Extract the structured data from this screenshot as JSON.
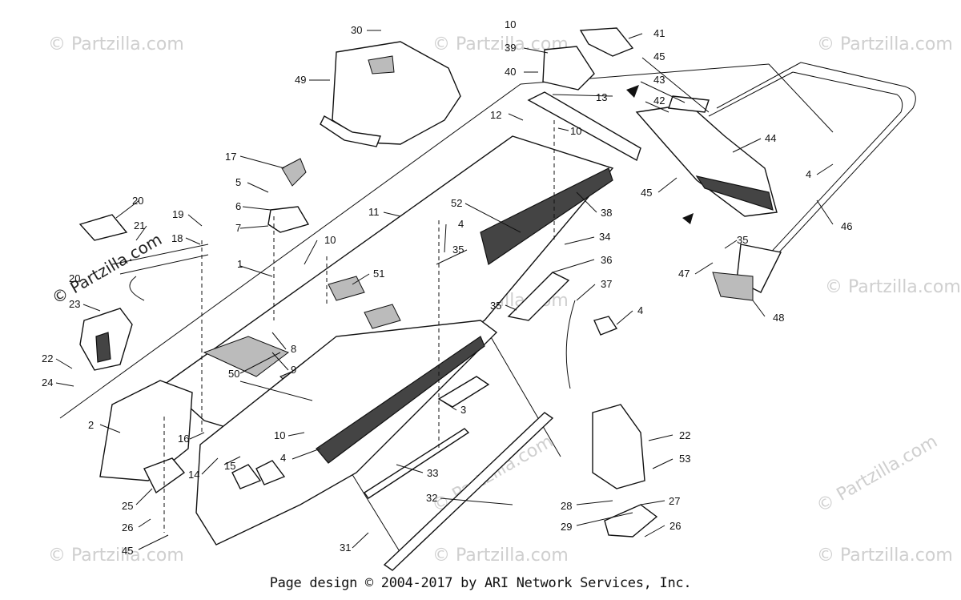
{
  "watermarks": [
    "© Partzilla.com",
    "© Partzilla.com",
    "© Partzilla.com",
    "© Partzilla.com",
    "© Partzilla.com",
    "© Partzilla.com",
    "© Partzilla.com",
    "© Partzilla.com",
    "© Partzilla.com",
    "© Partzilla.com",
    "© Partzilla.com"
  ],
  "footer": "Page design © 2004-2017 by ARI Network Services, Inc.",
  "callouts": {
    "c30": "30",
    "c49": "49",
    "c10a": "10",
    "c39": "39",
    "c40": "40",
    "c41": "41",
    "c45a": "45",
    "c43": "43",
    "c42": "42",
    "c13": "13",
    "c12": "12",
    "c10b": "10",
    "c17": "17",
    "c5": "5",
    "c6": "6",
    "c7": "7",
    "c20": "20",
    "c21": "21",
    "c19": "19",
    "c18": "18",
    "c44": "44",
    "c45b": "45",
    "c4a": "4",
    "c46": "46",
    "c11": "11",
    "c52": "52",
    "c38": "38",
    "c4b": "4",
    "c34": "34",
    "c1": "1",
    "c10c": "10",
    "c35a": "35",
    "c35b": "35",
    "c36": "36",
    "c47": "47",
    "c48": "48",
    "c51": "51",
    "c23": "23",
    "c20b": "20",
    "c37": "37",
    "c35c": "35",
    "c4c": "4",
    "c8": "8",
    "c9": "9",
    "c22a": "22",
    "c24": "24",
    "c50": "50",
    "c3": "3",
    "c2": "2",
    "c10d": "10",
    "c16": "16",
    "c15": "15",
    "c14": "14",
    "c4d": "4",
    "c22b": "22",
    "c53": "53",
    "c33": "33",
    "c32": "32",
    "c25": "25",
    "c27": "27",
    "c28": "28",
    "c29": "29",
    "c26a": "26",
    "c26b": "26",
    "c45c": "45",
    "c31": "31"
  }
}
